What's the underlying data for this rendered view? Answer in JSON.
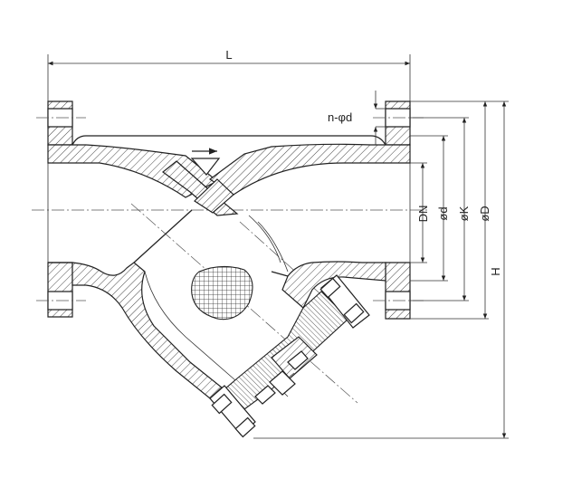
{
  "diagram": {
    "labels": {
      "length": "L",
      "bolt_holes": "n-φd",
      "nominal_diameter": "DN",
      "inner_diameter": "ød",
      "bolt_circle": "øK",
      "flange_diameter": "øD",
      "height": "H"
    }
  }
}
